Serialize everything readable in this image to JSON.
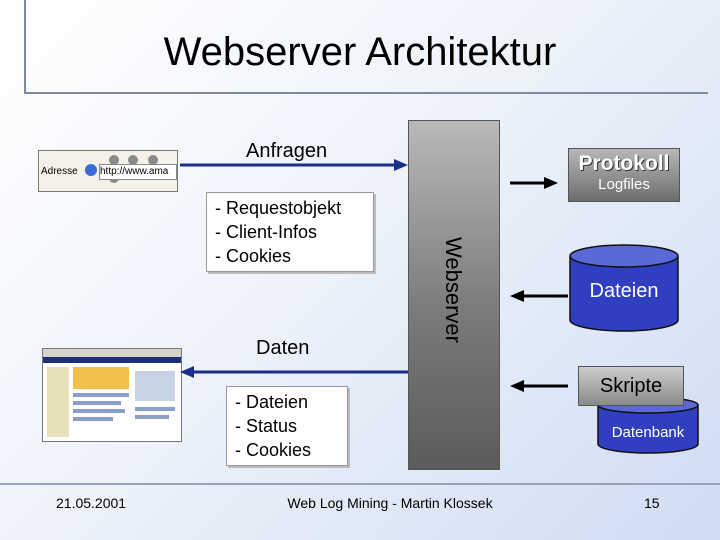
{
  "slide": {
    "title": "Webserver Architektur",
    "date": "21.05.2001",
    "footer_center": "Web Log Mining - Martin Klossek",
    "page_number": "15"
  },
  "diagram": {
    "webserver_label": "Webserver",
    "request_label": "Anfragen",
    "request_box": [
      "- Requestobjekt",
      "- Client-Infos",
      "- Cookies"
    ],
    "response_label": "Daten",
    "response_box": [
      "- Dateien",
      "- Status",
      "- Cookies"
    ],
    "protokoll_title": "Protokoll",
    "protokoll_sub": "Logfiles",
    "dateien_label": "Dateien",
    "skripte_label": "Skripte",
    "datenbank_label": "Datenbank"
  },
  "browser_bar": {
    "address_label": "Adresse",
    "url": "http://www.ama"
  },
  "colors": {
    "cylinder_fill": "#2f3fbf",
    "server_gray": "#7a7a7a"
  }
}
